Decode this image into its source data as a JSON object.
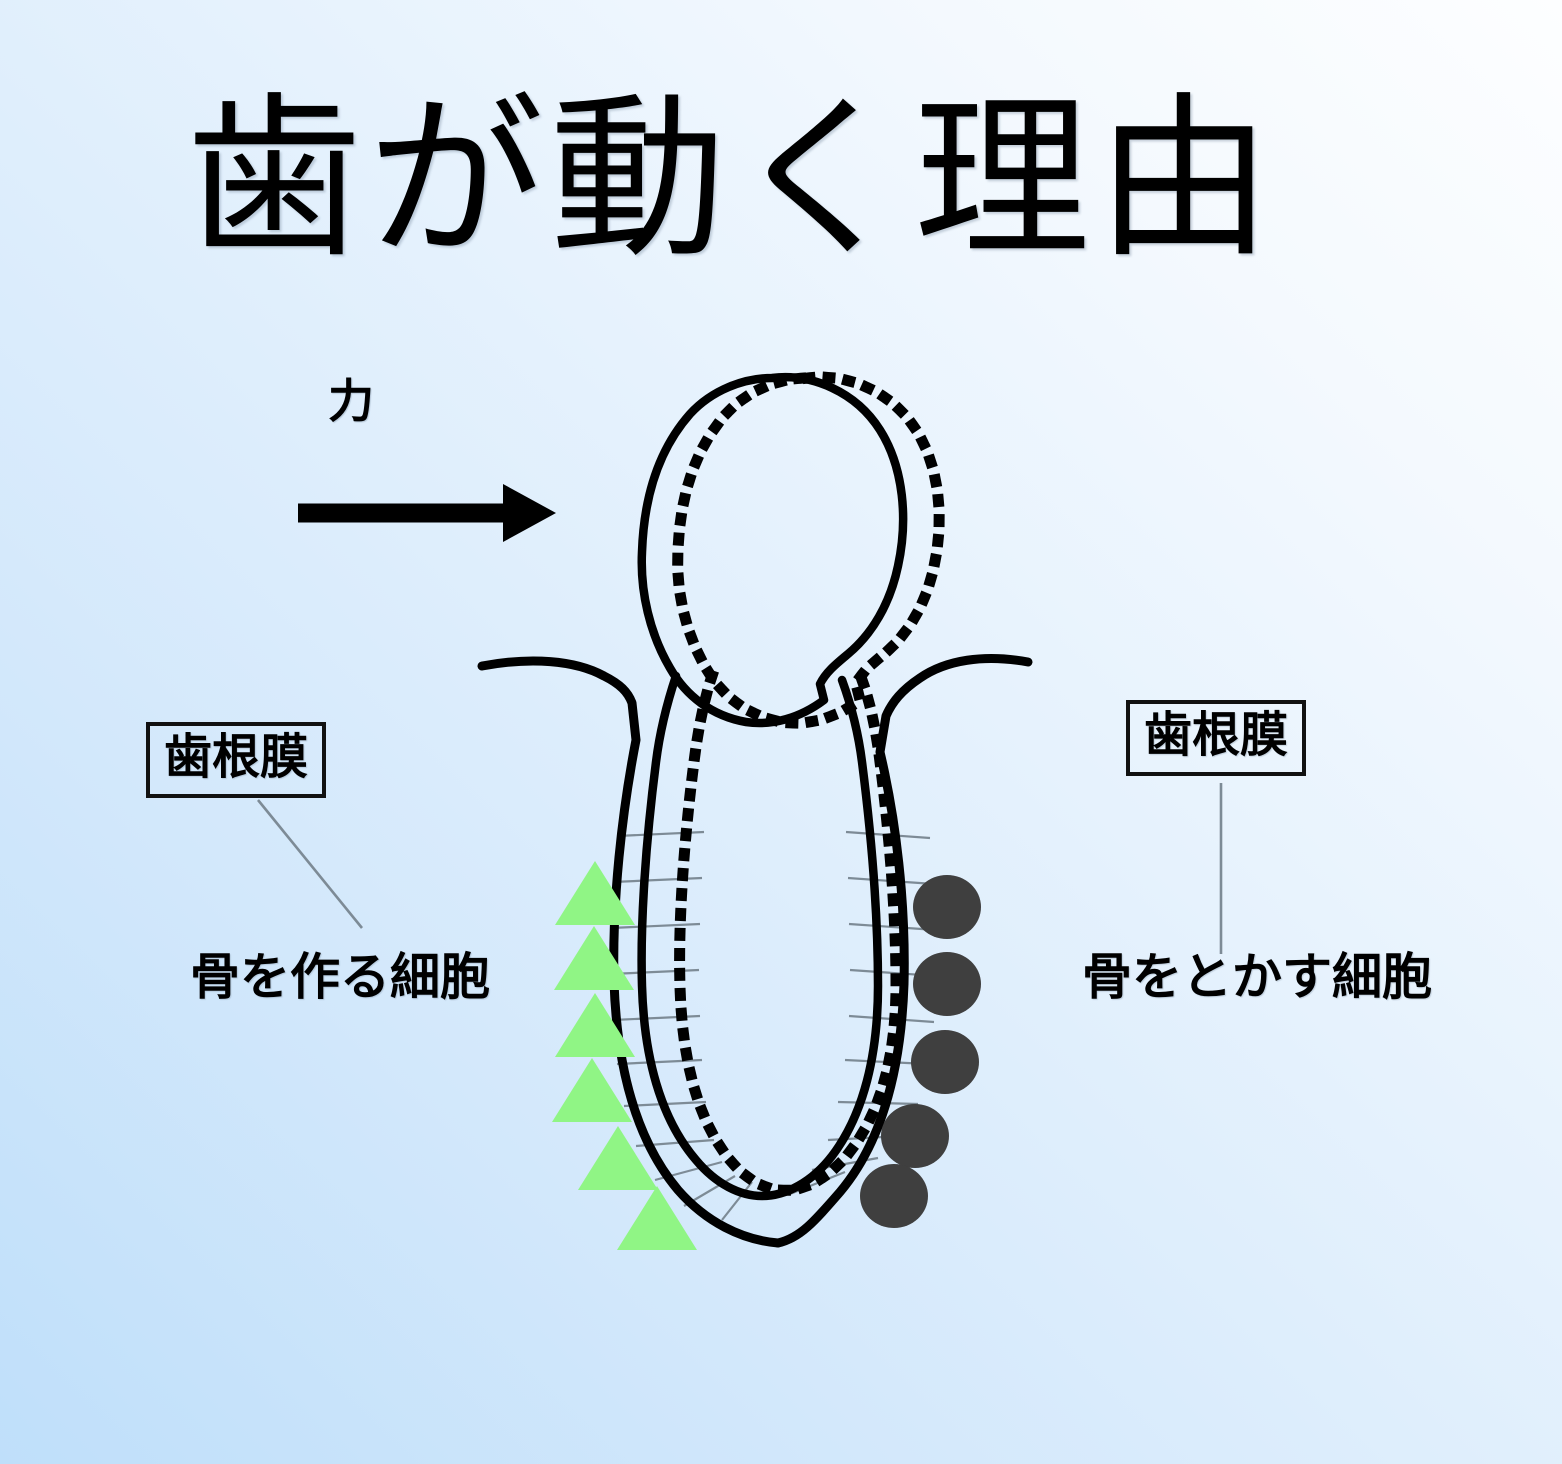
{
  "slide": {
    "title": "歯が動く理由",
    "background": {
      "from_color": "#BFDFFA",
      "to_color": "#FDFEFF",
      "direction": "bottom-left to top-right"
    }
  },
  "force": {
    "label": "力",
    "arrow_icon": "arrow-right-icon",
    "direction": "right",
    "color": "#000000"
  },
  "labels": {
    "periodontal_ligament_left": "歯根膜",
    "periodontal_ligament_right": "歯根膜",
    "osteoblast_caption": "骨を作る細胞",
    "osteoclast_caption": "骨をとかす細胞"
  },
  "diagram": {
    "tooth_outline_style": "solid",
    "tooth_shifted_outline_style": "dotted",
    "tooth_outline_color": "#000000",
    "bone_outline_color": "#000000",
    "ligament_fiber_color": "#7d8b96",
    "leader_line_color": "#7d8b96",
    "osteoblast_marker": {
      "icon": "triangle-marker",
      "color": "#90F585",
      "count": 6,
      "side": "left"
    },
    "osteoclast_marker": {
      "icon": "circle-marker",
      "color": "#3F3F3F",
      "count": 5,
      "side": "right"
    }
  }
}
